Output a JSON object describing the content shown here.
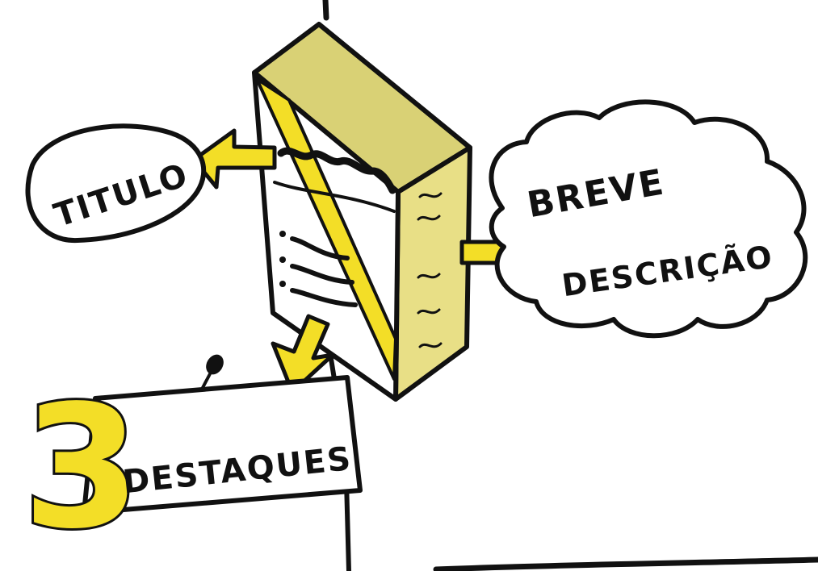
{
  "labels": {
    "title": "TITULO",
    "description_line1": "BREVE",
    "description_line2": "DESCRIÇÃO",
    "highlights_number": "3",
    "highlights_text": "DESTAQUES"
  },
  "colors": {
    "ink": "#111111",
    "yellow": "#f3de27",
    "yellow_side": "#ddd37a",
    "paper": "#ffffff"
  }
}
